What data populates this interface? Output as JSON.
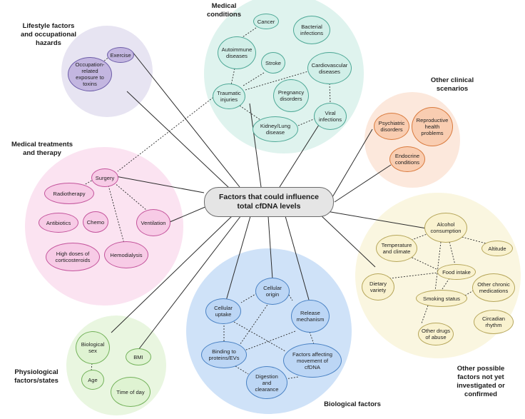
{
  "central": {
    "label": "Factors that could influence\ntotal cfDNA levels",
    "fill": "#e5e5e5",
    "stroke": "#6b6b6b"
  },
  "palette": {
    "purple": {
      "region": "#e7e4f2"
    },
    "teal": {
      "region": "#dff3ee"
    },
    "pink": {
      "region": "#fbe3f1"
    },
    "orange": {
      "region": "#fce8dc"
    },
    "yellow": {
      "region": "#faf6e0"
    },
    "blue": {
      "region": "#cfe2f8"
    },
    "green": {
      "region": "#e9f6e0"
    }
  },
  "groups": {
    "lifestyle": {
      "title": "Lifestyle factors\nand occupational\nhazards",
      "nodes": {
        "exercise": "Exercise",
        "occupation": "Occupation-\nrelated\nexposure to\ntoxins"
      }
    },
    "medical": {
      "title": "Medical\nconditions",
      "nodes": {
        "cancer": "Cancer",
        "bacterial": "Bacterial\ninfections",
        "autoimmune": "Autoimmune\ndiseases",
        "stroke": "Stroke",
        "cardiovascular": "Cardiovascular\ndiseases",
        "traumatic": "Traumatic\ninjuries",
        "pregnancy": "Pregnancy\ndisorders",
        "kidney": "Kidney/Lung\ndisease",
        "viral": "Viral\ninfections"
      }
    },
    "clinical": {
      "title": "Other clinical\nscenarios",
      "nodes": {
        "psychiatric": "Psychiatric\ndisorders",
        "reproductive": "Reproductive\nhealth\nproblems",
        "endocrine": "Endocrine\nconditions"
      }
    },
    "treatments": {
      "title": "Medical treatments\nand therapy",
      "nodes": {
        "surgery": "Surgery",
        "radiotherapy": "Radiotherapy",
        "antibiotics": "Antibiotics",
        "chemo": "Chemo",
        "ventilation": "Ventilation",
        "corticosteroids": "High doses of\ncorticosteroids",
        "hemodialysis": "Hemodialysis"
      }
    },
    "other": {
      "title": "Other possible\nfactors not yet\ninvestigated or\nconfirmed",
      "nodes": {
        "alcohol": "Alcohol\nconsumption",
        "temperature": "Temperature\nand climate",
        "altitude": "Altitude",
        "food": "Food intake",
        "dietary": "Dietary\nvariety",
        "chronic": "Other chronic\nmedications",
        "smoking": "Smoking status",
        "circadian": "Circadian\nrhythm",
        "drugs": "Other drugs\nof abuse"
      }
    },
    "biological": {
      "title": "Biological factors",
      "nodes": {
        "origin": "Cellular\norigin",
        "uptake": "Cellular\nuptake",
        "release": "Release\nmechanism",
        "binding": "Binding to\nproteins/EVs",
        "movement": "Factors affecting\nmovement of\ncfDNA",
        "digestion": "Digestion\nand\nclearance"
      }
    },
    "physiological": {
      "title": "Physiological\nfactors/states",
      "nodes": {
        "sex": "Biological\nsex",
        "bmi": "BMI",
        "age": "Age",
        "time": "Time of day"
      }
    }
  }
}
